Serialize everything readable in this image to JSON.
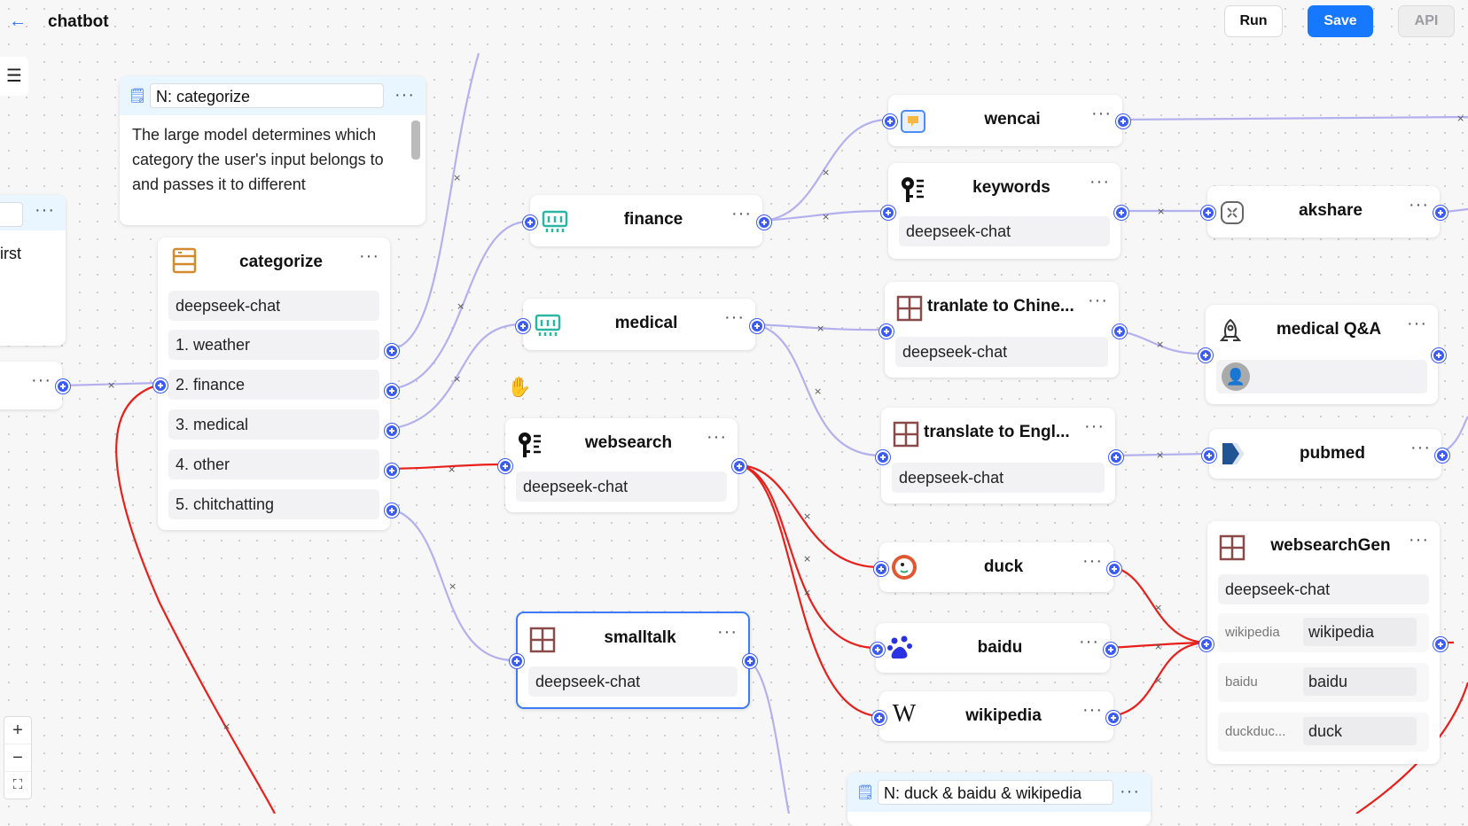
{
  "header": {
    "title": "chatbot",
    "run_label": "Run",
    "save_label": "Save",
    "api_label": "API",
    "back_icon": "arrow-left-icon"
  },
  "notes": {
    "categorize": {
      "title": "N: categorize",
      "text": "The large model determines which category the user's input belongs to and passes it to different"
    },
    "duck": {
      "title": "N: duck & baidu & wikipedia"
    },
    "left_partial": {
      "text": "irst"
    }
  },
  "nodes": {
    "categorize": {
      "name": "categorize",
      "model": "deepseek-chat",
      "items": [
        "1. weather",
        "2. finance",
        "3. medical",
        "4. other",
        "5. chitchatting"
      ]
    },
    "finance": {
      "name": "finance"
    },
    "medical": {
      "name": "medical"
    },
    "websearch": {
      "name": "websearch",
      "model": "deepseek-chat"
    },
    "smalltalk": {
      "name": "smalltalk",
      "model": "deepseek-chat"
    },
    "wencai": {
      "name": "wencai"
    },
    "keywords": {
      "name": "keywords",
      "model": "deepseek-chat"
    },
    "translate_cn": {
      "name": "tranlate to Chine...",
      "model": "deepseek-chat"
    },
    "translate_en": {
      "name": "translate to Engl...",
      "model": "deepseek-chat"
    },
    "duck": {
      "name": "duck"
    },
    "baidu": {
      "name": "baidu"
    },
    "wikipedia": {
      "name": "wikipedia"
    },
    "akshare": {
      "name": "akshare"
    },
    "medical_qa": {
      "name": "medical Q&A"
    },
    "pubmed": {
      "name": "pubmed"
    },
    "websearchgen": {
      "name": "websearchGen",
      "model": "deepseek-chat",
      "params": [
        {
          "key": "wikipedia",
          "value": "wikipedia"
        },
        {
          "key": "baidu",
          "value": "baidu"
        },
        {
          "key": "duckduc...",
          "value": "duck"
        }
      ]
    }
  },
  "dots": "···",
  "zoom": {
    "in": "+",
    "out": "−",
    "fit": "⛶"
  },
  "colors": {
    "accent": "#1677ff",
    "edge": "#b3b0ee",
    "edge_active": "#e8201b",
    "handle": "#3b5bf5"
  }
}
